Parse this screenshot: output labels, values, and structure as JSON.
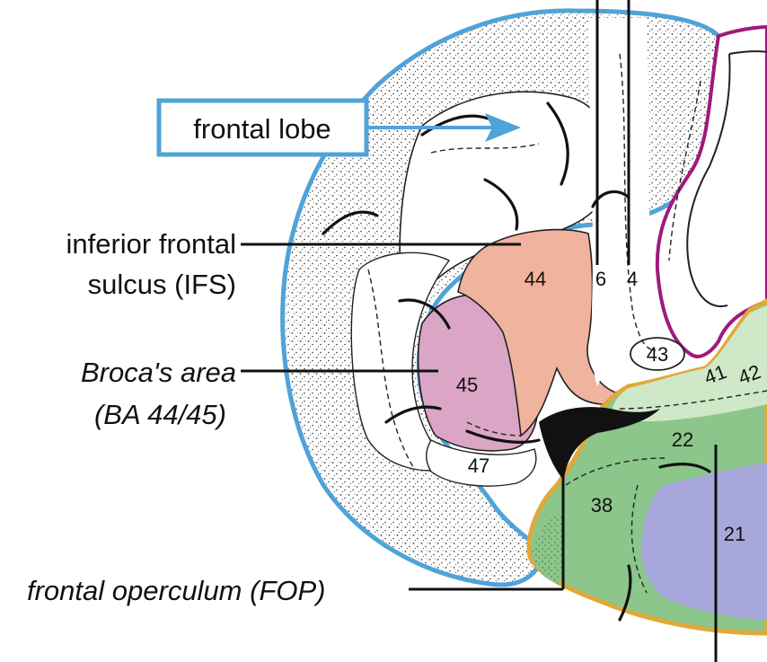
{
  "labels": {
    "frontal_lobe": "frontal lobe",
    "ifs_line1": "inferior frontal",
    "ifs_line2": "sulcus (IFS)",
    "broca_line1": "Broca's area",
    "broca_line2": "(BA 44/45)",
    "fop": "frontal operculum (FOP)"
  },
  "areas": {
    "a44": "44",
    "a45": "45",
    "a47": "47",
    "a6": "6",
    "a4": "4",
    "a43": "43",
    "a41": "41",
    "a42": "42",
    "a22": "22",
    "a38": "38",
    "a21": "21"
  },
  "colors": {
    "brain_outline": "#4fa3d8",
    "area_44": "#f0b39d",
    "area_45": "#dba6c6",
    "temporal_green": "#8cc68a",
    "temporal_light": "#cfe8c8",
    "area_21": "#a7a7dc",
    "temporal_outline": "#e0a93a",
    "motor_outline": "#a0197e"
  }
}
